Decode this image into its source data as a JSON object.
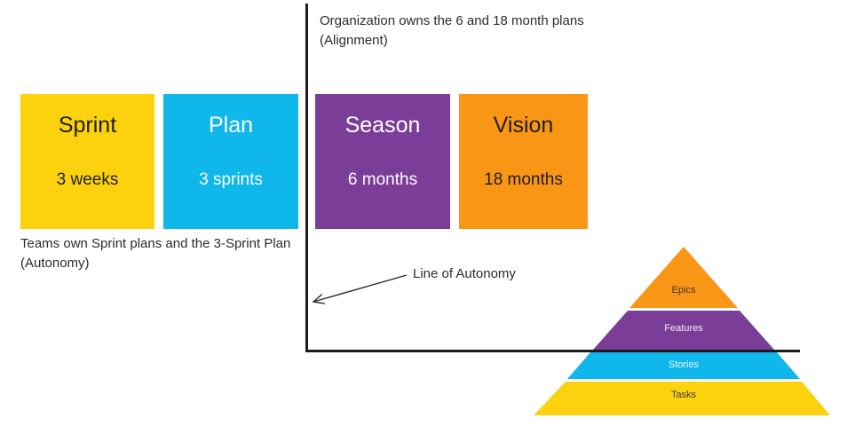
{
  "title": "Team autonomy and organizational alignment planning diagram",
  "colors": {
    "yellow": "#FCD10E",
    "cyan": "#0FB7EB",
    "purple": "#7A3E99",
    "orange": "#FA9616",
    "line": "#1c1c1c",
    "text_dark": "#1f1f1f",
    "text_white": "#ffffff",
    "note_text": "#2b2b2b"
  },
  "notes": {
    "alignment_line1": "Organization owns the 6 and 18 month plans",
    "alignment_line2": "(Alignment)",
    "autonomy_line1": "Teams own Sprint plans and the 3-Sprint Plan",
    "autonomy_line2": "(Autonomy)",
    "line_of_autonomy": "Line of Autonomy"
  },
  "boxes": [
    {
      "title": "Sprint",
      "subtitle": "3 weeks",
      "bg": "#FCD10E",
      "fg": "#1f1f1f"
    },
    {
      "title": "Plan",
      "subtitle": "3 sprints",
      "bg": "#0FB7EB",
      "fg": "#ffffff"
    },
    {
      "title": "Season",
      "subtitle": "6 months",
      "bg": "#7A3E99",
      "fg": "#ffffff"
    },
    {
      "title": "Vision",
      "subtitle": "18 months",
      "bg": "#FA9616",
      "fg": "#1f1f1f"
    }
  ],
  "pyramid": {
    "layers": [
      {
        "label": "Epics",
        "bg": "#FA9616",
        "fg": "#3c3c3c"
      },
      {
        "label": "Features",
        "bg": "#7A3E99",
        "fg": "#ffffff"
      },
      {
        "label": "Stories",
        "bg": "#0FB7EB",
        "fg": "#ffffff"
      },
      {
        "label": "Tasks",
        "bg": "#FCD10E",
        "fg": "#3c3c3c"
      }
    ]
  }
}
